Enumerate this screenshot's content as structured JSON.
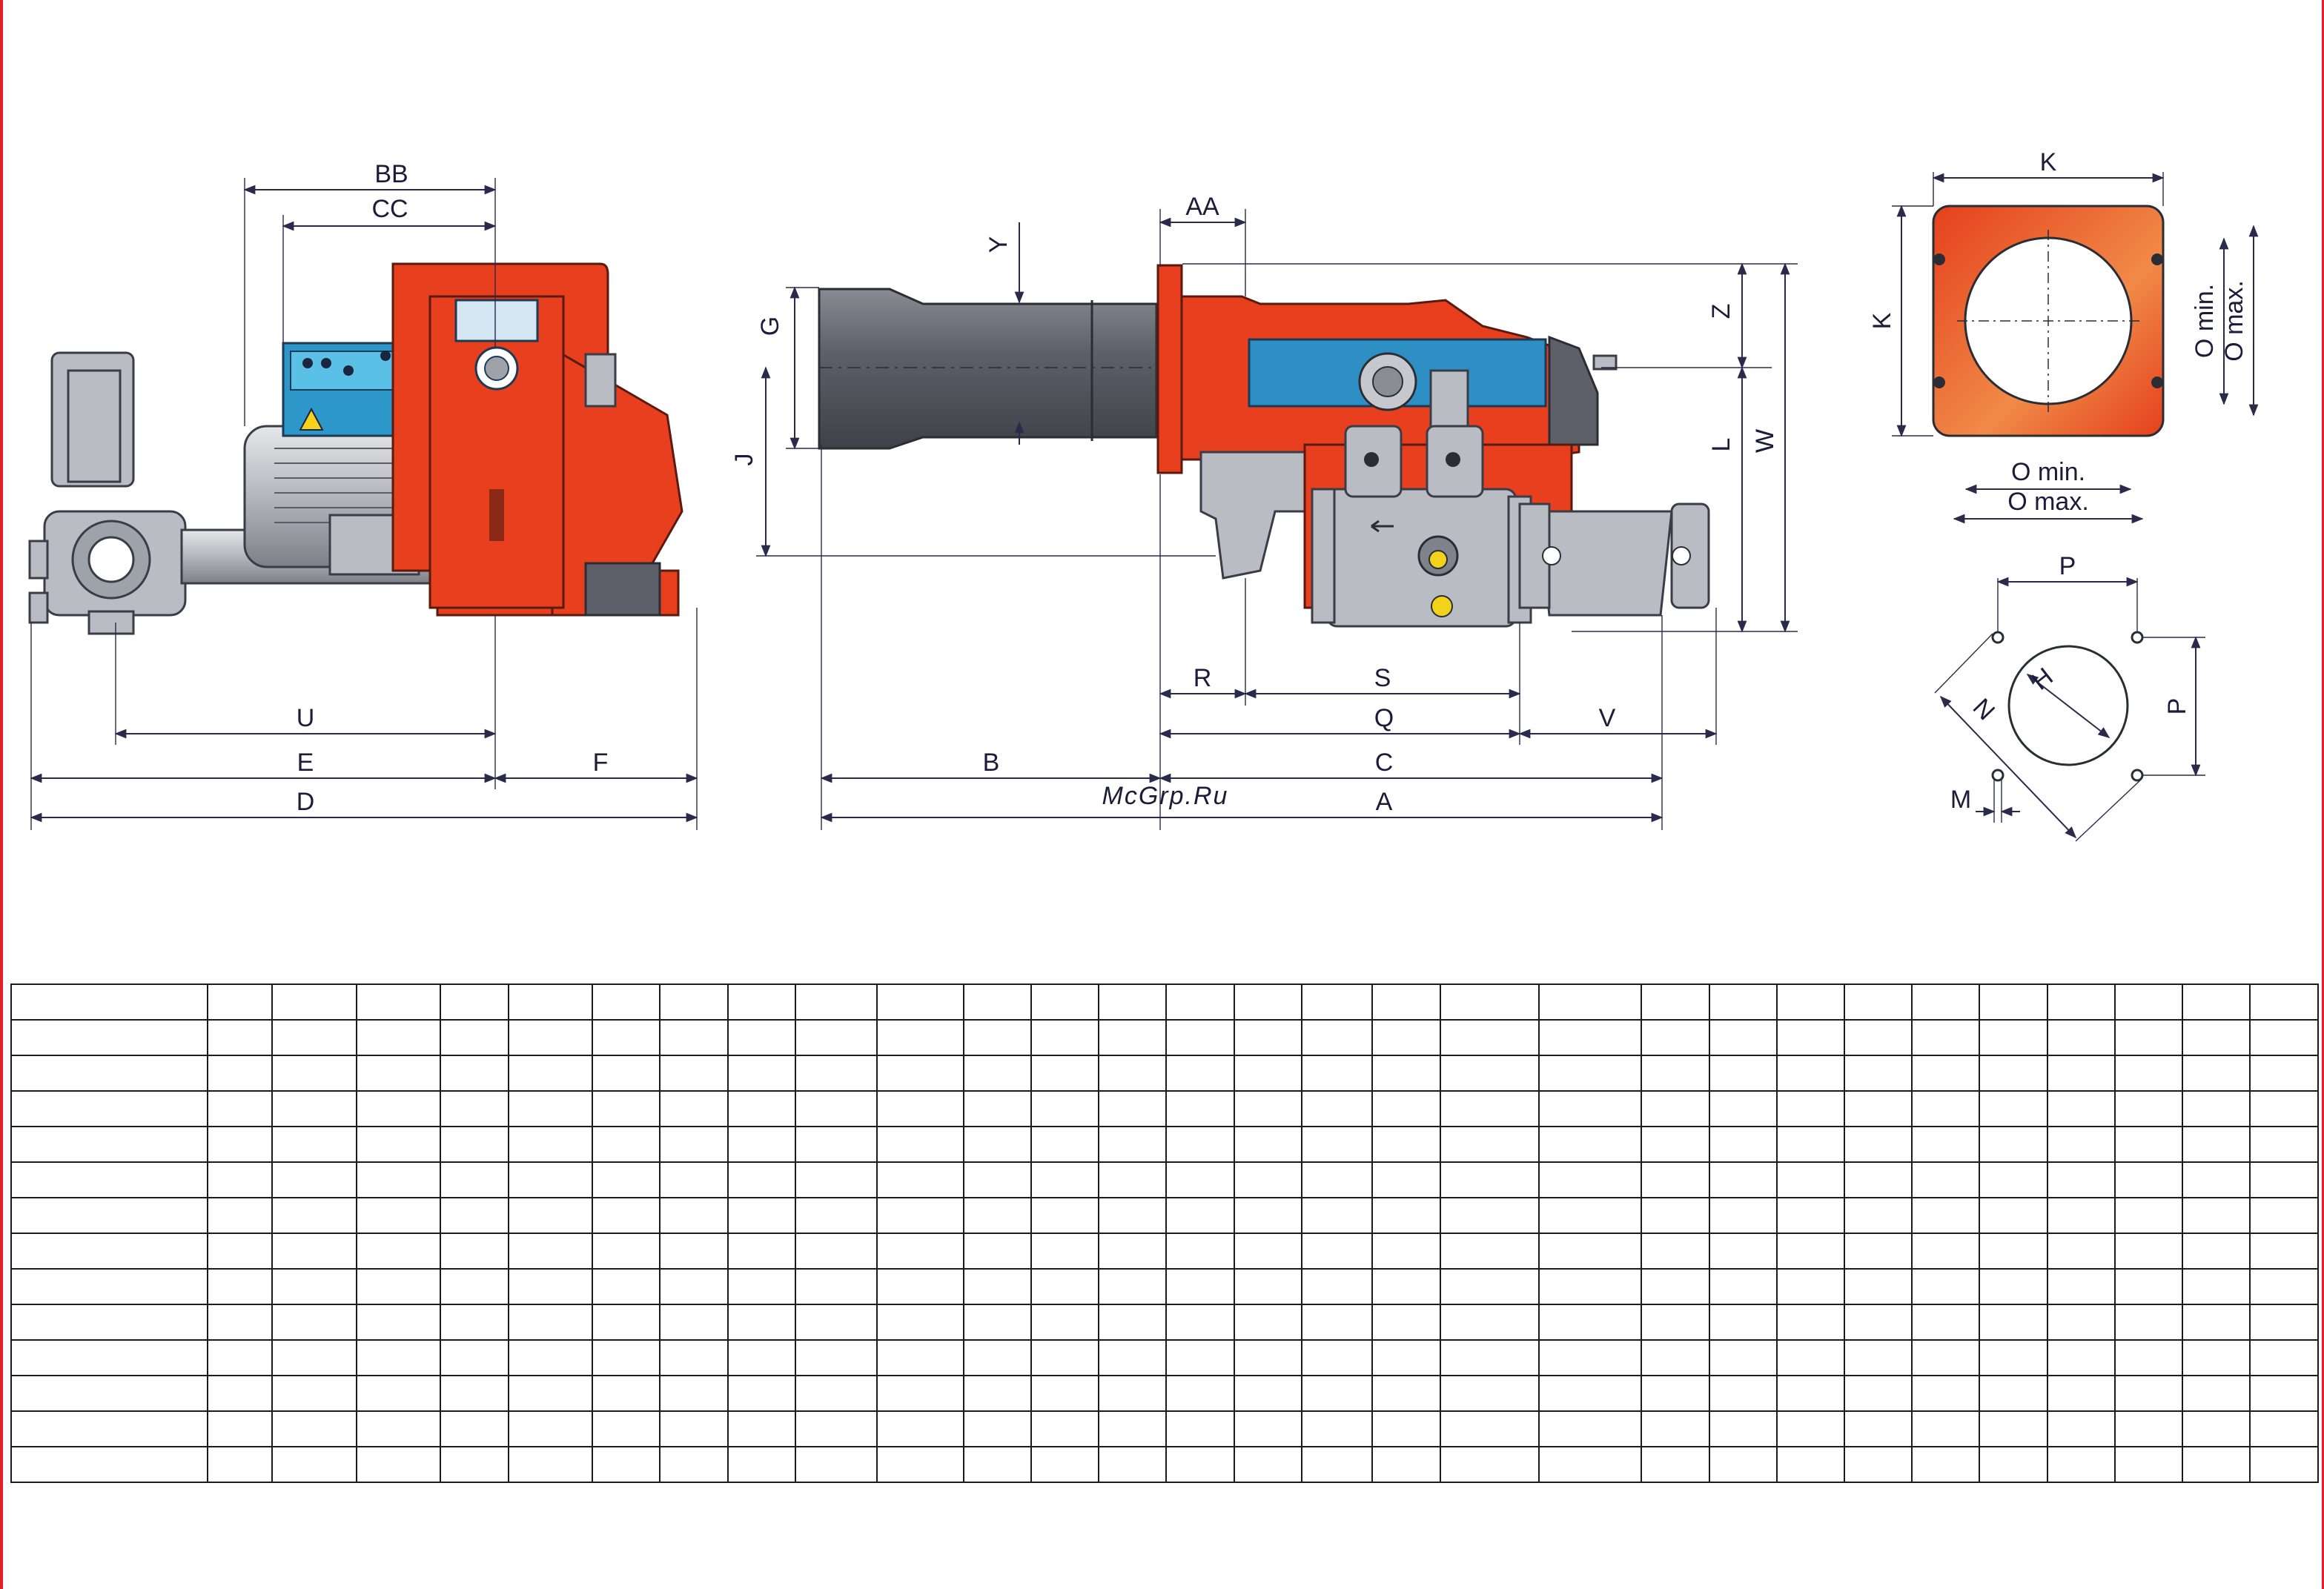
{
  "watermark": "McGrp.Ru",
  "side_view": {
    "dimensions": {
      "BB": "BB",
      "CC": "CC",
      "U": "U",
      "E": "E",
      "F": "F",
      "D": "D"
    }
  },
  "front_view": {
    "dimensions": {
      "AA": "AA",
      "Y": "Y",
      "G": "G",
      "J": "J",
      "Z": "Z",
      "L": "L",
      "W": "W",
      "R": "R",
      "S": "S",
      "Q": "Q",
      "V": "V",
      "B": "B",
      "C": "C",
      "A": "A"
    }
  },
  "flange_view": {
    "dimensions": {
      "K_top": "K",
      "K_side": "K",
      "O_min_v": "O min.",
      "O_max_v": "O max.",
      "O_min_h": "O min.",
      "O_max_h": "O max."
    }
  },
  "hole_view": {
    "dimensions": {
      "P_top": "P",
      "P_side": "P",
      "H": "H",
      "N": "N",
      "M": "M"
    }
  },
  "table": {
    "row_count": 14,
    "column_count": 30
  },
  "colors": {
    "burner_red": "#e8401e",
    "steel_grey": "#b9bcc2",
    "blast_tube": "#5d6068",
    "edge_accent": "#e0202a",
    "watermark": "#c6182b"
  }
}
